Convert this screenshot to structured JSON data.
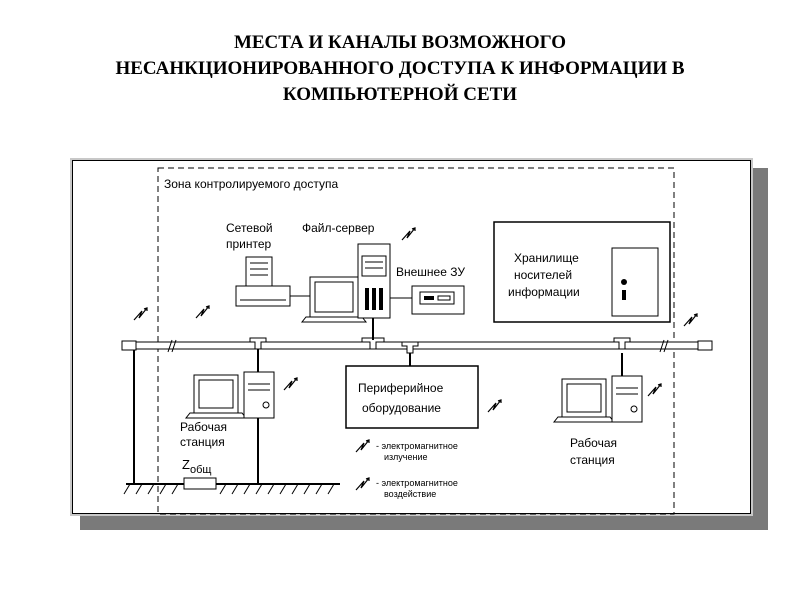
{
  "title": {
    "line1": "МЕСТА И КАНАЛЫ ВОЗМОЖНОГО",
    "line2": "НЕСАНКЦИОНИРОВАННОГО ДОСТУПА К ИНФОРМАЦИИ В",
    "line3": "КОМПЬЮТЕРНОЙ СЕТИ"
  },
  "zone_label": "Зона контролируемого доступа",
  "network_printer": {
    "line1": "Сетевой",
    "line2": "принтер"
  },
  "file_server": "Файл-сервер",
  "external_storage": "Внешнее ЗУ",
  "storage_room": {
    "line1": "Хранилище",
    "line2": "носителей",
    "line3": "информации"
  },
  "peripheral": {
    "line1": "Периферийное",
    "line2": "оборудование"
  },
  "workstation_left": {
    "line1": "Рабочая",
    "line2": "станция"
  },
  "workstation_right": {
    "line1": "Рабочая",
    "line2": "станция"
  },
  "ground_impedance": {
    "main": "Z",
    "sub": "общ"
  },
  "legend": {
    "emission": {
      "line1": "- электромагнитное",
      "line2": "излучение"
    },
    "influence": {
      "line1": "- электромагнитное",
      "line2": "воздействие"
    }
  }
}
